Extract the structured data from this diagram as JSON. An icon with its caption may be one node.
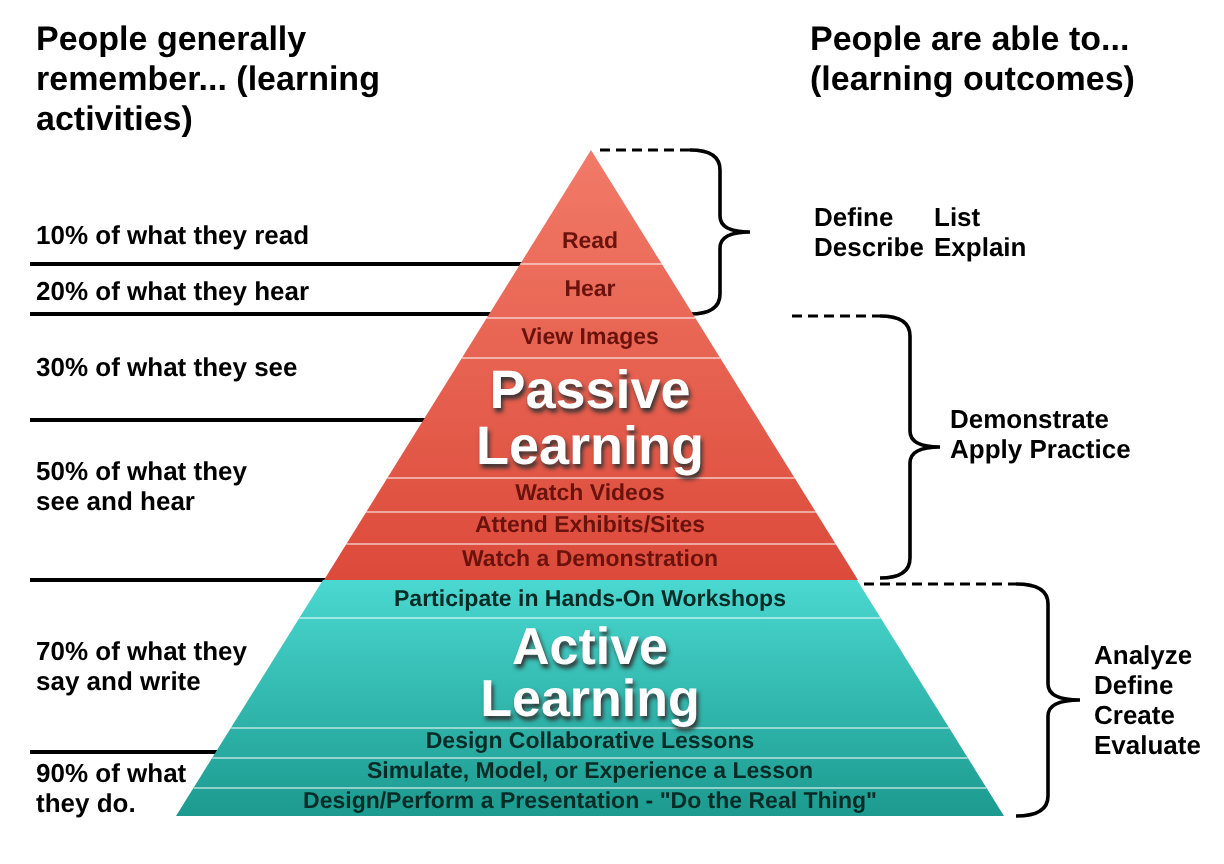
{
  "diagram": {
    "nodes": [
      {
        "text": [
          "Passive Learning"
        ]
      },
      {
        "text": [
          "Read"
        ],
        "in": 0
      },
      {
        "text": [
          "Hear"
        ],
        "in": 0
      },
      {
        "text": [
          "View Images"
        ],
        "in": 0
      },
      {
        "text": [
          "Watch Videos"
        ],
        "in": 0
      },
      {
        "text": [
          "Attend Exhibits/Sites"
        ],
        "in": 0
      },
      {
        "text": [
          "Watch a Demonstration"
        ],
        "in": 0
      },
      {
        "text": [
          "Active Learning"
        ]
      },
      {
        "text": [
          "Participate in Hands-On Workshops"
        ],
        "in": 7
      },
      {
        "text": [
          "Design Collaborative Lessons"
        ],
        "in": 7
      },
      {
        "text": [
          "Simulate, Model, or Experience a Lesson"
        ],
        "in": 7
      },
      {
        "text": [
          "Design/Perform a Presentation - \"Do the Real Thing\""
        ],
        "in": 7
      }
    ],
    "edges": [],
    "labels": [
      "People generally remember... (learning activities)",
      "People are able to... (learning outcomes)",
      "10% of what they read",
      "Define",
      "List",
      "Describe",
      "Explain",
      "20% of what they hear",
      "30% of what they see",
      "Demonstrate Apply Practice",
      "50% of what they see and hear",
      "70% of what they say and write",
      "Analyze Define Create Evaluate",
      "90% of what they do."
    ]
  }
}
